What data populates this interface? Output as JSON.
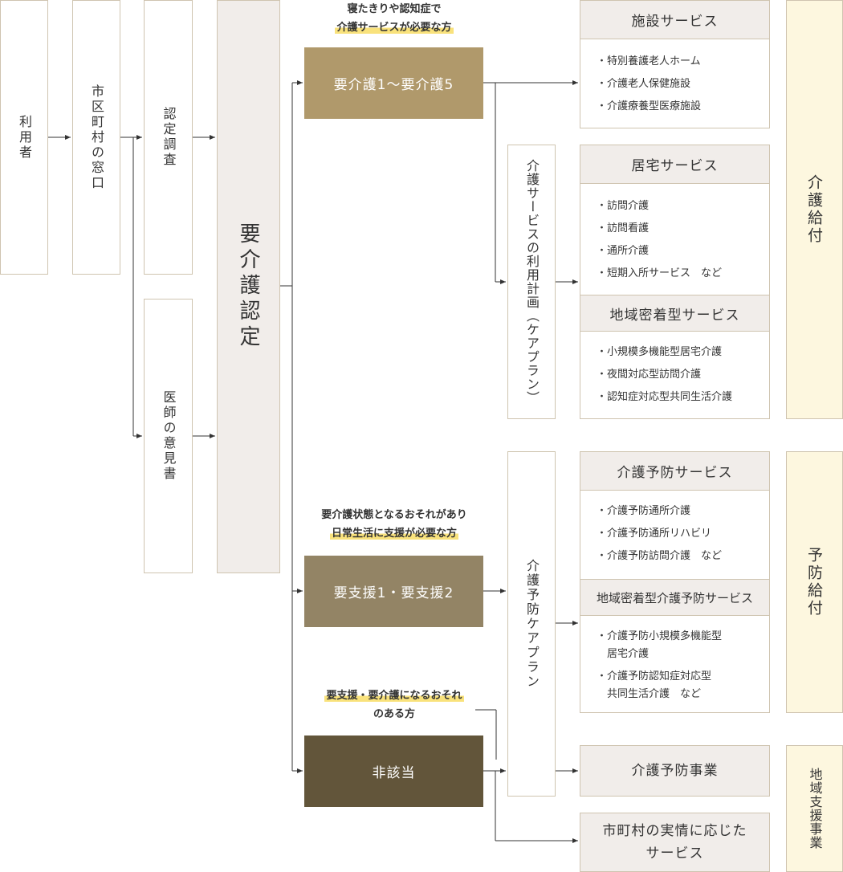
{
  "steps": {
    "user": "利用者",
    "municipal_window": "市区町村の窓口",
    "assessment": "認定調査",
    "doctor_opinion": "医師の意見書",
    "certification": "要介護認定"
  },
  "notes": {
    "care_line1": "寝たきりや認知症で",
    "care_line2": "介護サービスが必要な方",
    "support_line1": "要介護状態となるおそれがあり",
    "support_line2": "日常生活に支援が必要な方",
    "risk_line1": "要支援・要介護になるおそれ",
    "risk_line2": "のある方"
  },
  "levels": {
    "care": "要介護1〜要介護5",
    "support": "要支援1・要支援2",
    "not_applicable": "非該当"
  },
  "plans": {
    "care_plan": "介護サービスの利用計画（ケアプラン）",
    "prevention_plan": "介護予防ケアプラン"
  },
  "services": {
    "facility": {
      "title": "施設サービス",
      "items": [
        "・特別養護老人ホーム",
        "・介護老人保健施設",
        "・介護療養型医療施設"
      ]
    },
    "home": {
      "title": "居宅サービス",
      "items": [
        "・訪問介護",
        "・訪問看護",
        "・通所介護",
        "・短期入所サービス　など"
      ]
    },
    "community": {
      "title": "地域密着型サービス",
      "items": [
        "・小規模多機能型居宅介護",
        "・夜間対応型訪問介護",
        "・認知症対応型共同生活介護"
      ]
    },
    "prevention": {
      "title": "介護予防サービス",
      "items": [
        "・介護予防通所介護",
        "・介護予防通所リハビリ",
        "・介護予防訪問介護　など"
      ]
    },
    "community_prevention": {
      "title": "地域密着型介護予防サービス",
      "items": [
        "・介護予防小規模多機能型\n　居宅介護",
        "・介護予防認知症対応型\n　共同生活介護　など"
      ]
    },
    "prevention_project": "介護予防事業",
    "municipal_services": "市町村の実情に応じた\nサービス"
  },
  "benefits": {
    "care_benefit": "介護給付",
    "prevention_benefit": "予防給付",
    "community_support": "地域支援事業"
  },
  "colors": {
    "care_level": "#b0996b",
    "support_level": "#938465",
    "not_applicable_level": "#62553a",
    "highlight": "#f9e27c",
    "benefit_bg": "#fdf7df",
    "header_bg": "#f1edea"
  }
}
